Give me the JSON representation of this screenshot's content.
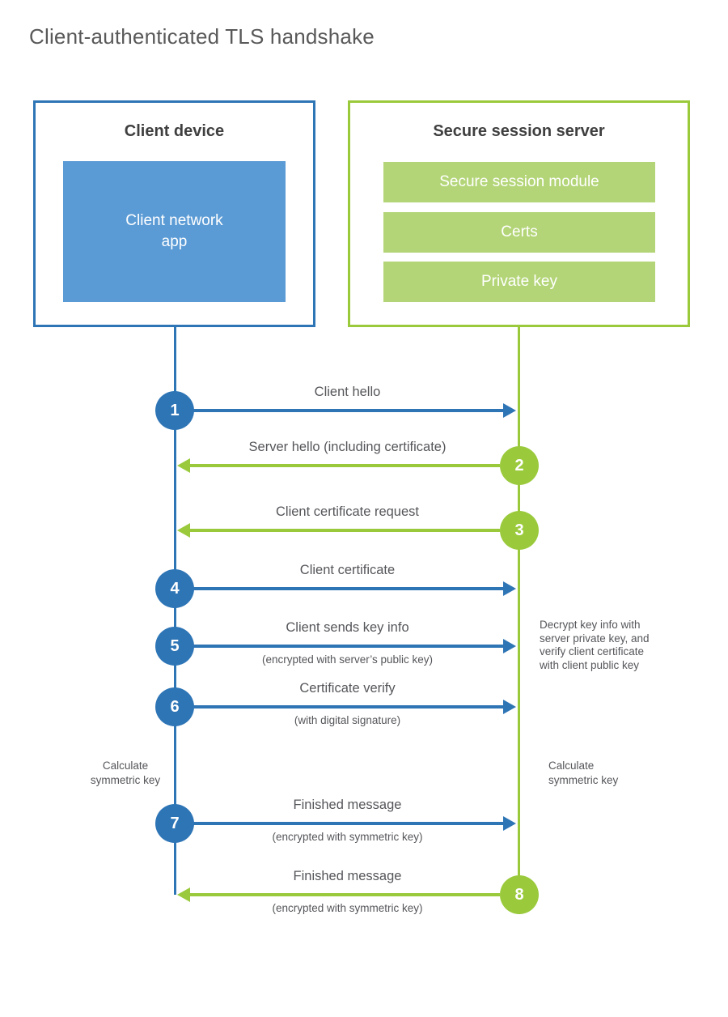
{
  "title": "Client-authenticated TLS handshake",
  "colors": {
    "blue_accent": "#2e75b6",
    "blue_fill": "#5b9bd5",
    "green_accent": "#9aca3c",
    "green_fill": "#b3d577",
    "text_gray": "#55565a"
  },
  "client": {
    "title": "Client device",
    "app": "Client network\napp"
  },
  "server": {
    "title": "Secure session server",
    "modules": [
      {
        "label": "Secure session module"
      },
      {
        "label": "Certs"
      },
      {
        "label": "Private key"
      }
    ]
  },
  "steps": [
    {
      "num": "1",
      "from": "client",
      "label": "Client hello",
      "sub": ""
    },
    {
      "num": "2",
      "from": "server",
      "label": "Server hello (including certificate)",
      "sub": ""
    },
    {
      "num": "3",
      "from": "server",
      "label": "Client certificate request",
      "sub": ""
    },
    {
      "num": "4",
      "from": "client",
      "label": "Client certificate",
      "sub": ""
    },
    {
      "num": "5",
      "from": "client",
      "label": "Client sends key info",
      "sub": "(encrypted with server’s public key)"
    },
    {
      "num": "6",
      "from": "client",
      "label": "Certificate verify",
      "sub": "(with digital signature)"
    },
    {
      "num": "7",
      "from": "client",
      "label": "Finished message",
      "sub": "(encrypted with symmetric key)"
    },
    {
      "num": "8",
      "from": "server",
      "label": "Finished message",
      "sub": "(encrypted with symmetric key)"
    }
  ],
  "notes": {
    "decrypt": "Decrypt key info with\nserver private key, and\nverify client certificate\nwith client public key",
    "calc_left": "Calculate\nsymmetric key",
    "calc_right": "Calculate\nsymmetric key"
  }
}
